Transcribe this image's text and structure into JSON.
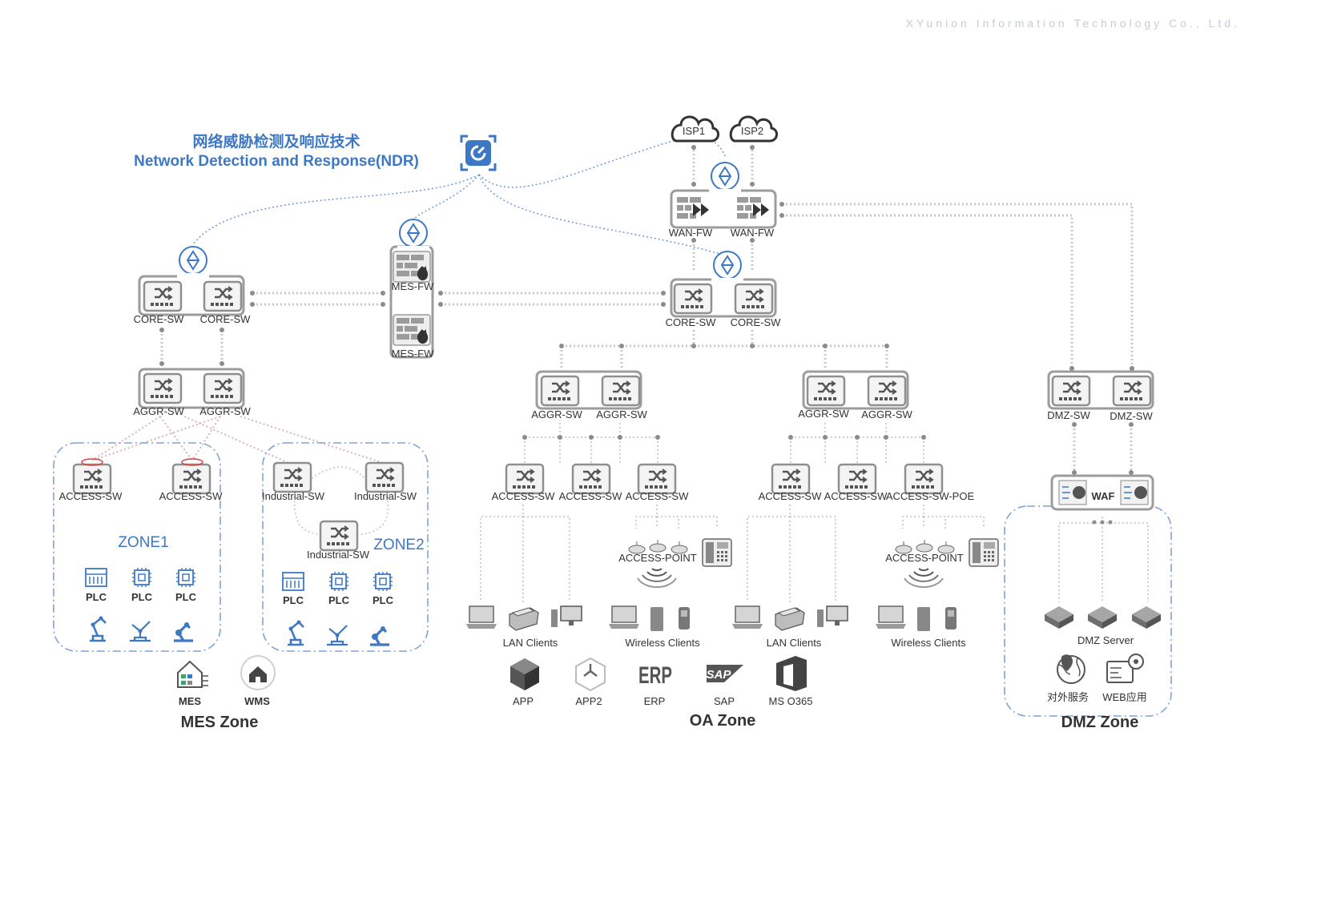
{
  "company": "XYunion Information Technology Co., Ltd.",
  "ndr": {
    "title_cn": "网络威胁检测及响应技术",
    "title_en": "Network Detection and Response(NDR)"
  },
  "isp": [
    "ISP1",
    "ISP2"
  ],
  "wan": {
    "fw1": "WAN-FW",
    "fw2": "WAN-FW"
  },
  "oa_core": {
    "sw1": "CORE-SW",
    "sw2": "CORE-SW"
  },
  "mes_fw": {
    "fw1": "MES-FW",
    "fw2": "MES-FW"
  },
  "mes_core": {
    "sw1": "CORE-SW",
    "sw2": "CORE-SW"
  },
  "mes_aggr": {
    "sw1": "AGGR-SW",
    "sw2": "AGGR-SW"
  },
  "zone1": {
    "title": "ZONE1",
    "access": [
      "ACCESS-SW",
      "ACCESS-SW"
    ],
    "plc": [
      "PLC",
      "PLC",
      "PLC"
    ]
  },
  "zone2": {
    "title": "ZONE2",
    "industrial": [
      "Industrial-SW",
      "Industrial-SW",
      "Industrial-SW"
    ],
    "plc": [
      "PLC",
      "PLC",
      "PLC"
    ]
  },
  "mes_apps": [
    "MES",
    "WMS"
  ],
  "mes_zone_title": "MES Zone",
  "oa_left": {
    "aggr": [
      "AGGR-SW",
      "AGGR-SW"
    ],
    "access": [
      "ACCESS-SW",
      "ACCESS-SW",
      "ACCESS-SW"
    ],
    "ap": "ACCESS-POINT",
    "lan_clients": "LAN Clients",
    "wireless_clients": "Wireless Clients"
  },
  "oa_right": {
    "aggr": [
      "AGGR-SW",
      "AGGR-SW"
    ],
    "access": [
      "ACCESS-SW",
      "ACCESS-SW",
      "ACCESS-SW-POE"
    ],
    "ap": "ACCESS-POINT",
    "lan_clients": "LAN Clients",
    "wireless_clients": "Wireless Clients"
  },
  "oa_apps": [
    "APP",
    "APP2",
    "ERP",
    "SAP",
    "MS O365"
  ],
  "oa_zone_title": "OA Zone",
  "dmz": {
    "sw": [
      "DMZ-SW",
      "DMZ-SW"
    ],
    "waf": "WAF",
    "server": "DMZ Server",
    "svc1": "对外服务",
    "svc2": "WEB应用",
    "zone_title": "DMZ Zone"
  },
  "colors": {
    "accent": "#3d78c5",
    "device_gray": "#8a8a8a",
    "link": "#c9c9c9",
    "alert": "#d9413a"
  }
}
